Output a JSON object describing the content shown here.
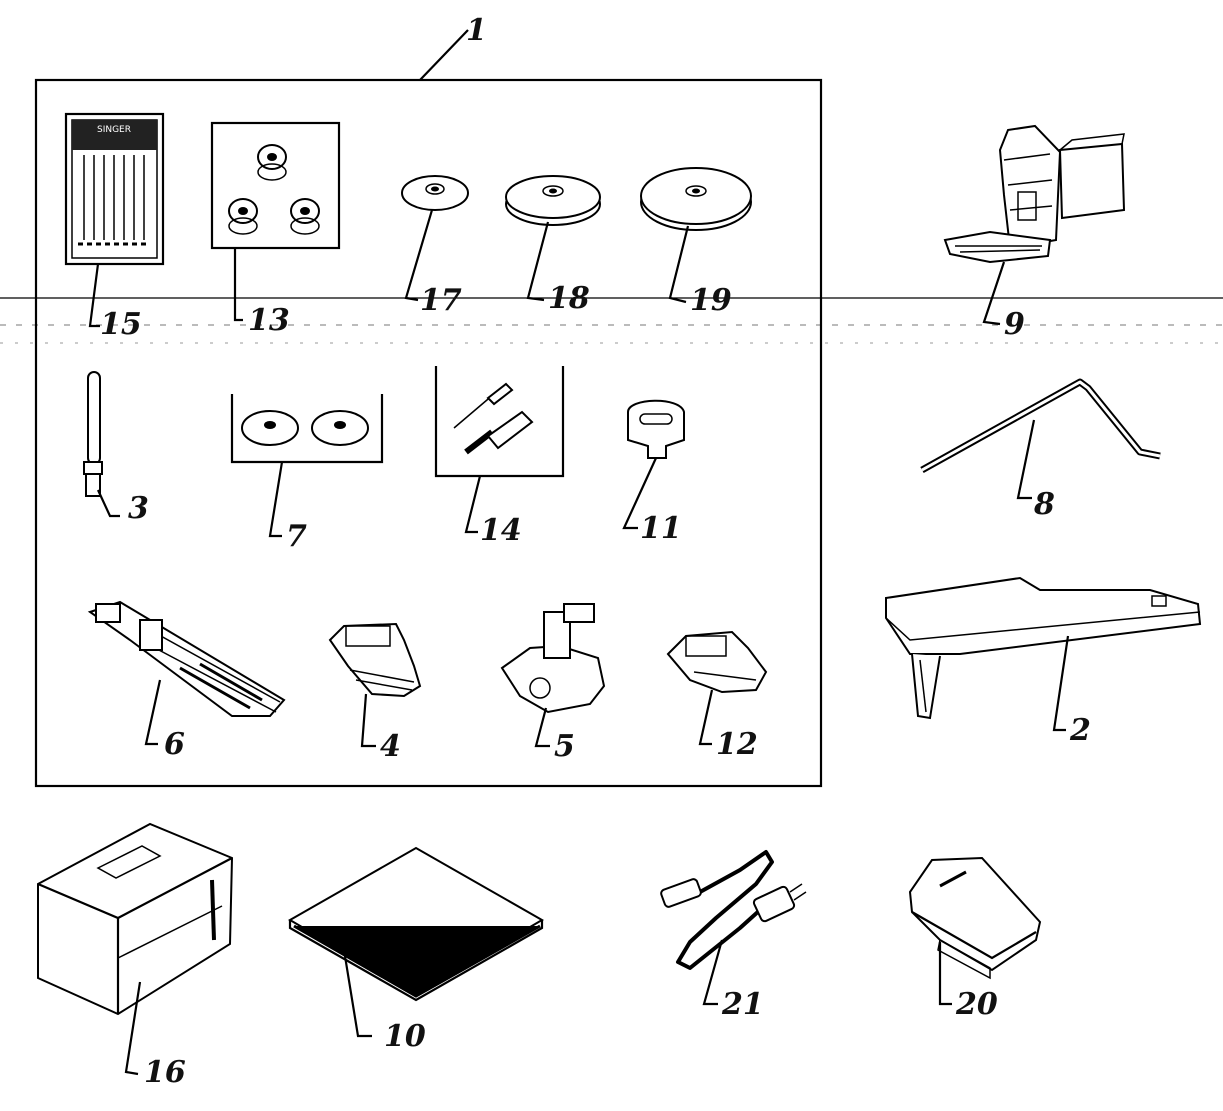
{
  "diagram": {
    "callouts": {
      "kit": "1",
      "extension_table": "2",
      "spool_pin": "3",
      "foot_4": "4",
      "foot_5": "5",
      "buttonhole_foot": "6",
      "spool_cap_pair": "7",
      "seam_guide": "8",
      "walking_foot": "9",
      "instruction_book": "10",
      "key_tool": "11",
      "foot_12": "12",
      "bobbins": "13",
      "screwdrivers": "14",
      "needle_pack": "15",
      "dust_cover": "16",
      "spool_cap_small": "17",
      "spool_cap_medium": "18",
      "spool_cap_large": "19",
      "foot_controller": "20",
      "power_cord": "21"
    },
    "needle_pack_brand": "SINGER"
  }
}
